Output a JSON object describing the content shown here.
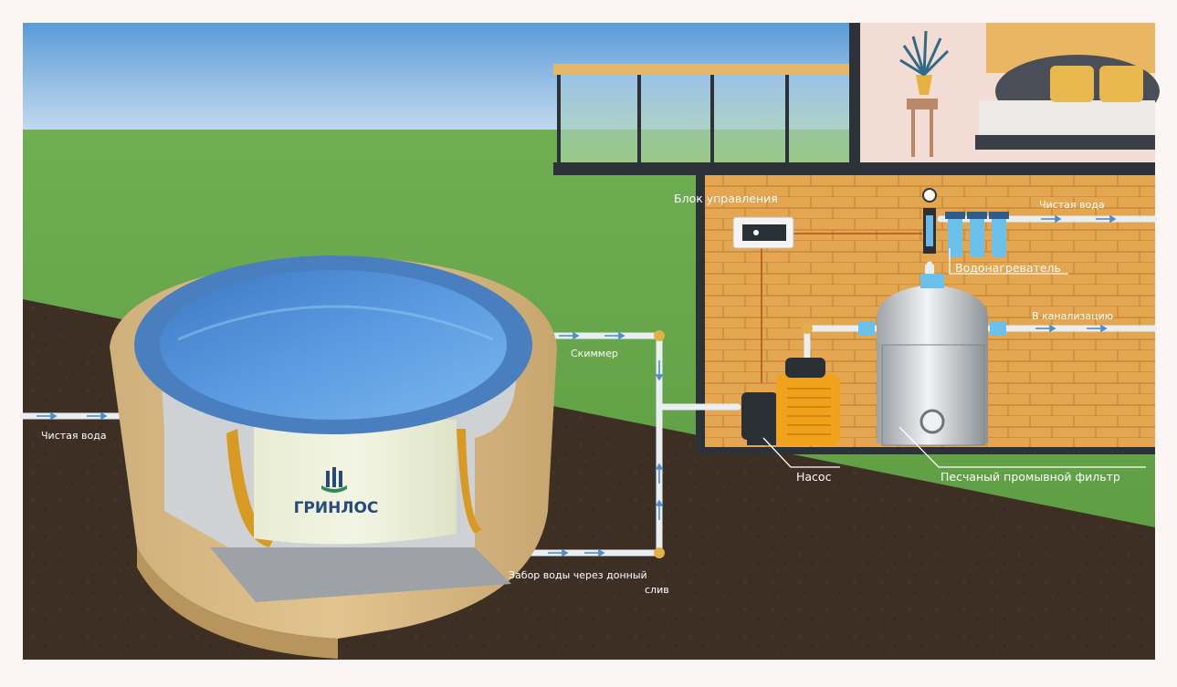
{
  "brand": {
    "name": "ГРИНЛОС",
    "logo_icon": "greenlos-logo-icon"
  },
  "labels": {
    "control_unit": "Блок управления",
    "clean_water_right": "Чистая вода",
    "water_heater": "Водонагреватель",
    "sewer": "В канализацию",
    "skimmer": "Скиммер",
    "clean_water_left": "Чистая вода",
    "pump": "Насос",
    "sand_filter": "Песчаный промывной фильтр",
    "bottom_drain_line1": "Забор воды через донный",
    "bottom_drain_line2": "слив"
  },
  "colors": {
    "sky": "#6aa7dc",
    "grass": "#6aa84f",
    "soil": "#3f2f25",
    "brick": "#e2a350",
    "house_frame": "#2d3138",
    "pool_water": "#4f8fd6",
    "pump_orange": "#f0a21c",
    "pipe": "#e8eef3"
  }
}
